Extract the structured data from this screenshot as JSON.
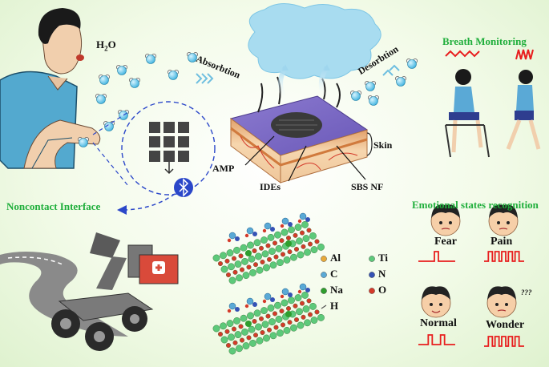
{
  "labels": {
    "h2o": "H2O",
    "absorbtion": "Absorbtion",
    "desorbtion": "Desorbtion",
    "skin": "Skin",
    "amp": "AMP",
    "ides": "IDEs",
    "sbs_nf": "SBS NF",
    "noncontact_interface": "Noncontact Interface",
    "breath_monitoring": "Breath Monitoring",
    "emotional_states_recognition": "Emotional states recognition"
  },
  "emotions": [
    "Fear",
    "Pain",
    "Normal",
    "Wonder"
  ],
  "wonder_mark": "???",
  "legend": [
    {
      "symbol": "Al",
      "color": "#e8a93a"
    },
    {
      "symbol": "Ti",
      "color": "#5dc97a"
    },
    {
      "symbol": "C",
      "color": "#5aa9d6"
    },
    {
      "symbol": "N",
      "color": "#3552b5"
    },
    {
      "symbol": "Na",
      "color": "#2e9e2e"
    },
    {
      "symbol": "O",
      "color": "#d43a2a"
    },
    {
      "symbol": "H",
      "color": "#ffffff"
    }
  ],
  "colors": {
    "accent_green": "#1fae3b",
    "signal_red": "#e81e1e",
    "water_blue": "#5fc6e8"
  }
}
